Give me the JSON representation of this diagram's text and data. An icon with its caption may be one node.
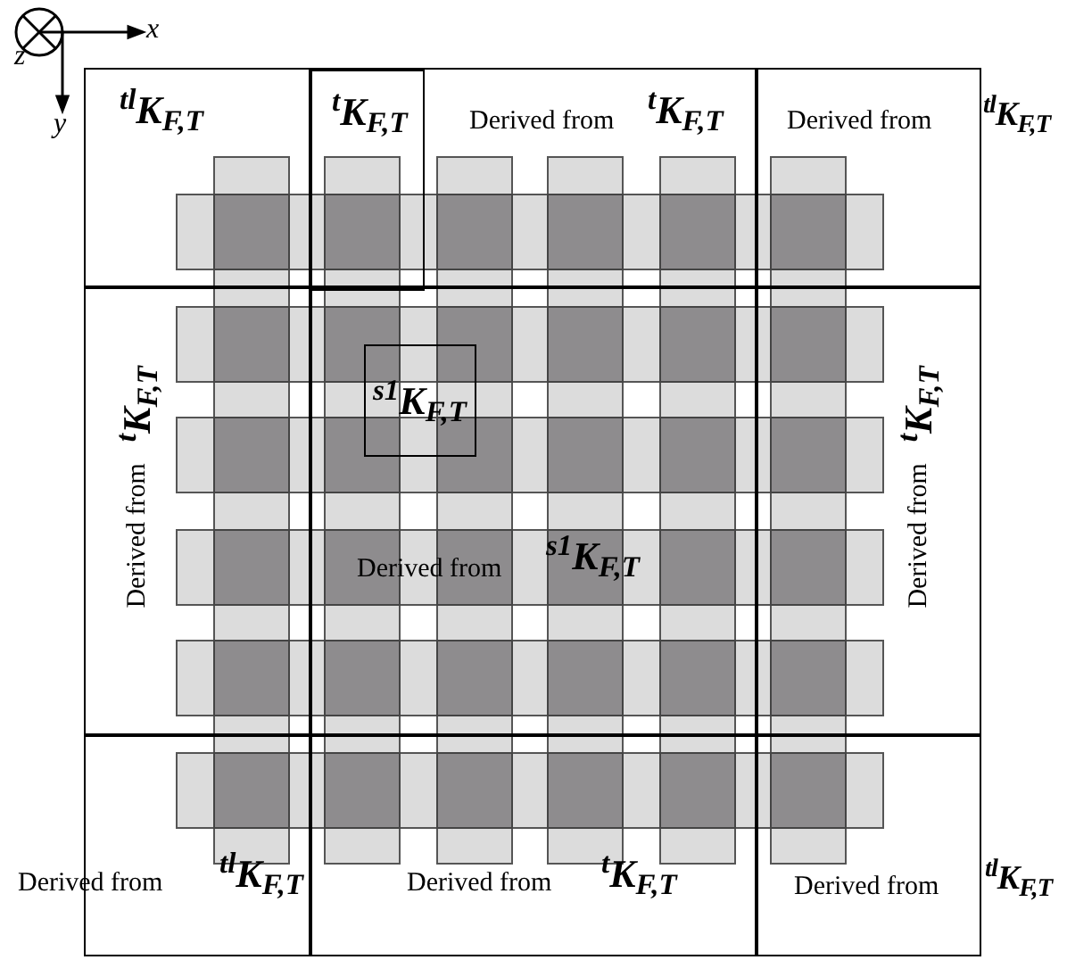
{
  "diagram": {
    "nodes": [
      {
        "text": [
          "$^{tl}$K$_{F,T}$"
        ]
      },
      {
        "text": [
          "Derived from",
          "$^{t}$K$_{F,T}$"
        ]
      },
      {
        "text": [
          "$^{t}$K$_{F,T}$"
        ],
        "in": 1
      },
      {
        "text": [
          "Derived from",
          "$^{tl}$K$_{F,T}$"
        ]
      },
      {
        "text": [
          "Derived from",
          "$^{t}$K$_{F,T}$"
        ]
      },
      {
        "text": [
          "Derived from",
          "$^{s1}$K$_{F,T}$"
        ]
      },
      {
        "text": [
          "$^{s1}$K$_{F,T}$"
        ],
        "in": 5
      },
      {
        "text": [
          "Derived from",
          "$^{t}$K$_{F,T}$"
        ]
      },
      {
        "text": [
          "Derived from",
          "$^{tl}$K$_{F,T}$"
        ]
      },
      {
        "text": [
          "Derived from",
          "$^{t}$K$_{F,T}$"
        ]
      },
      {
        "text": [
          "Derived from",
          "$^{tl}$K$_{F,T}$"
        ]
      }
    ],
    "labels": [
      "x",
      "z",
      "y"
    ]
  }
}
